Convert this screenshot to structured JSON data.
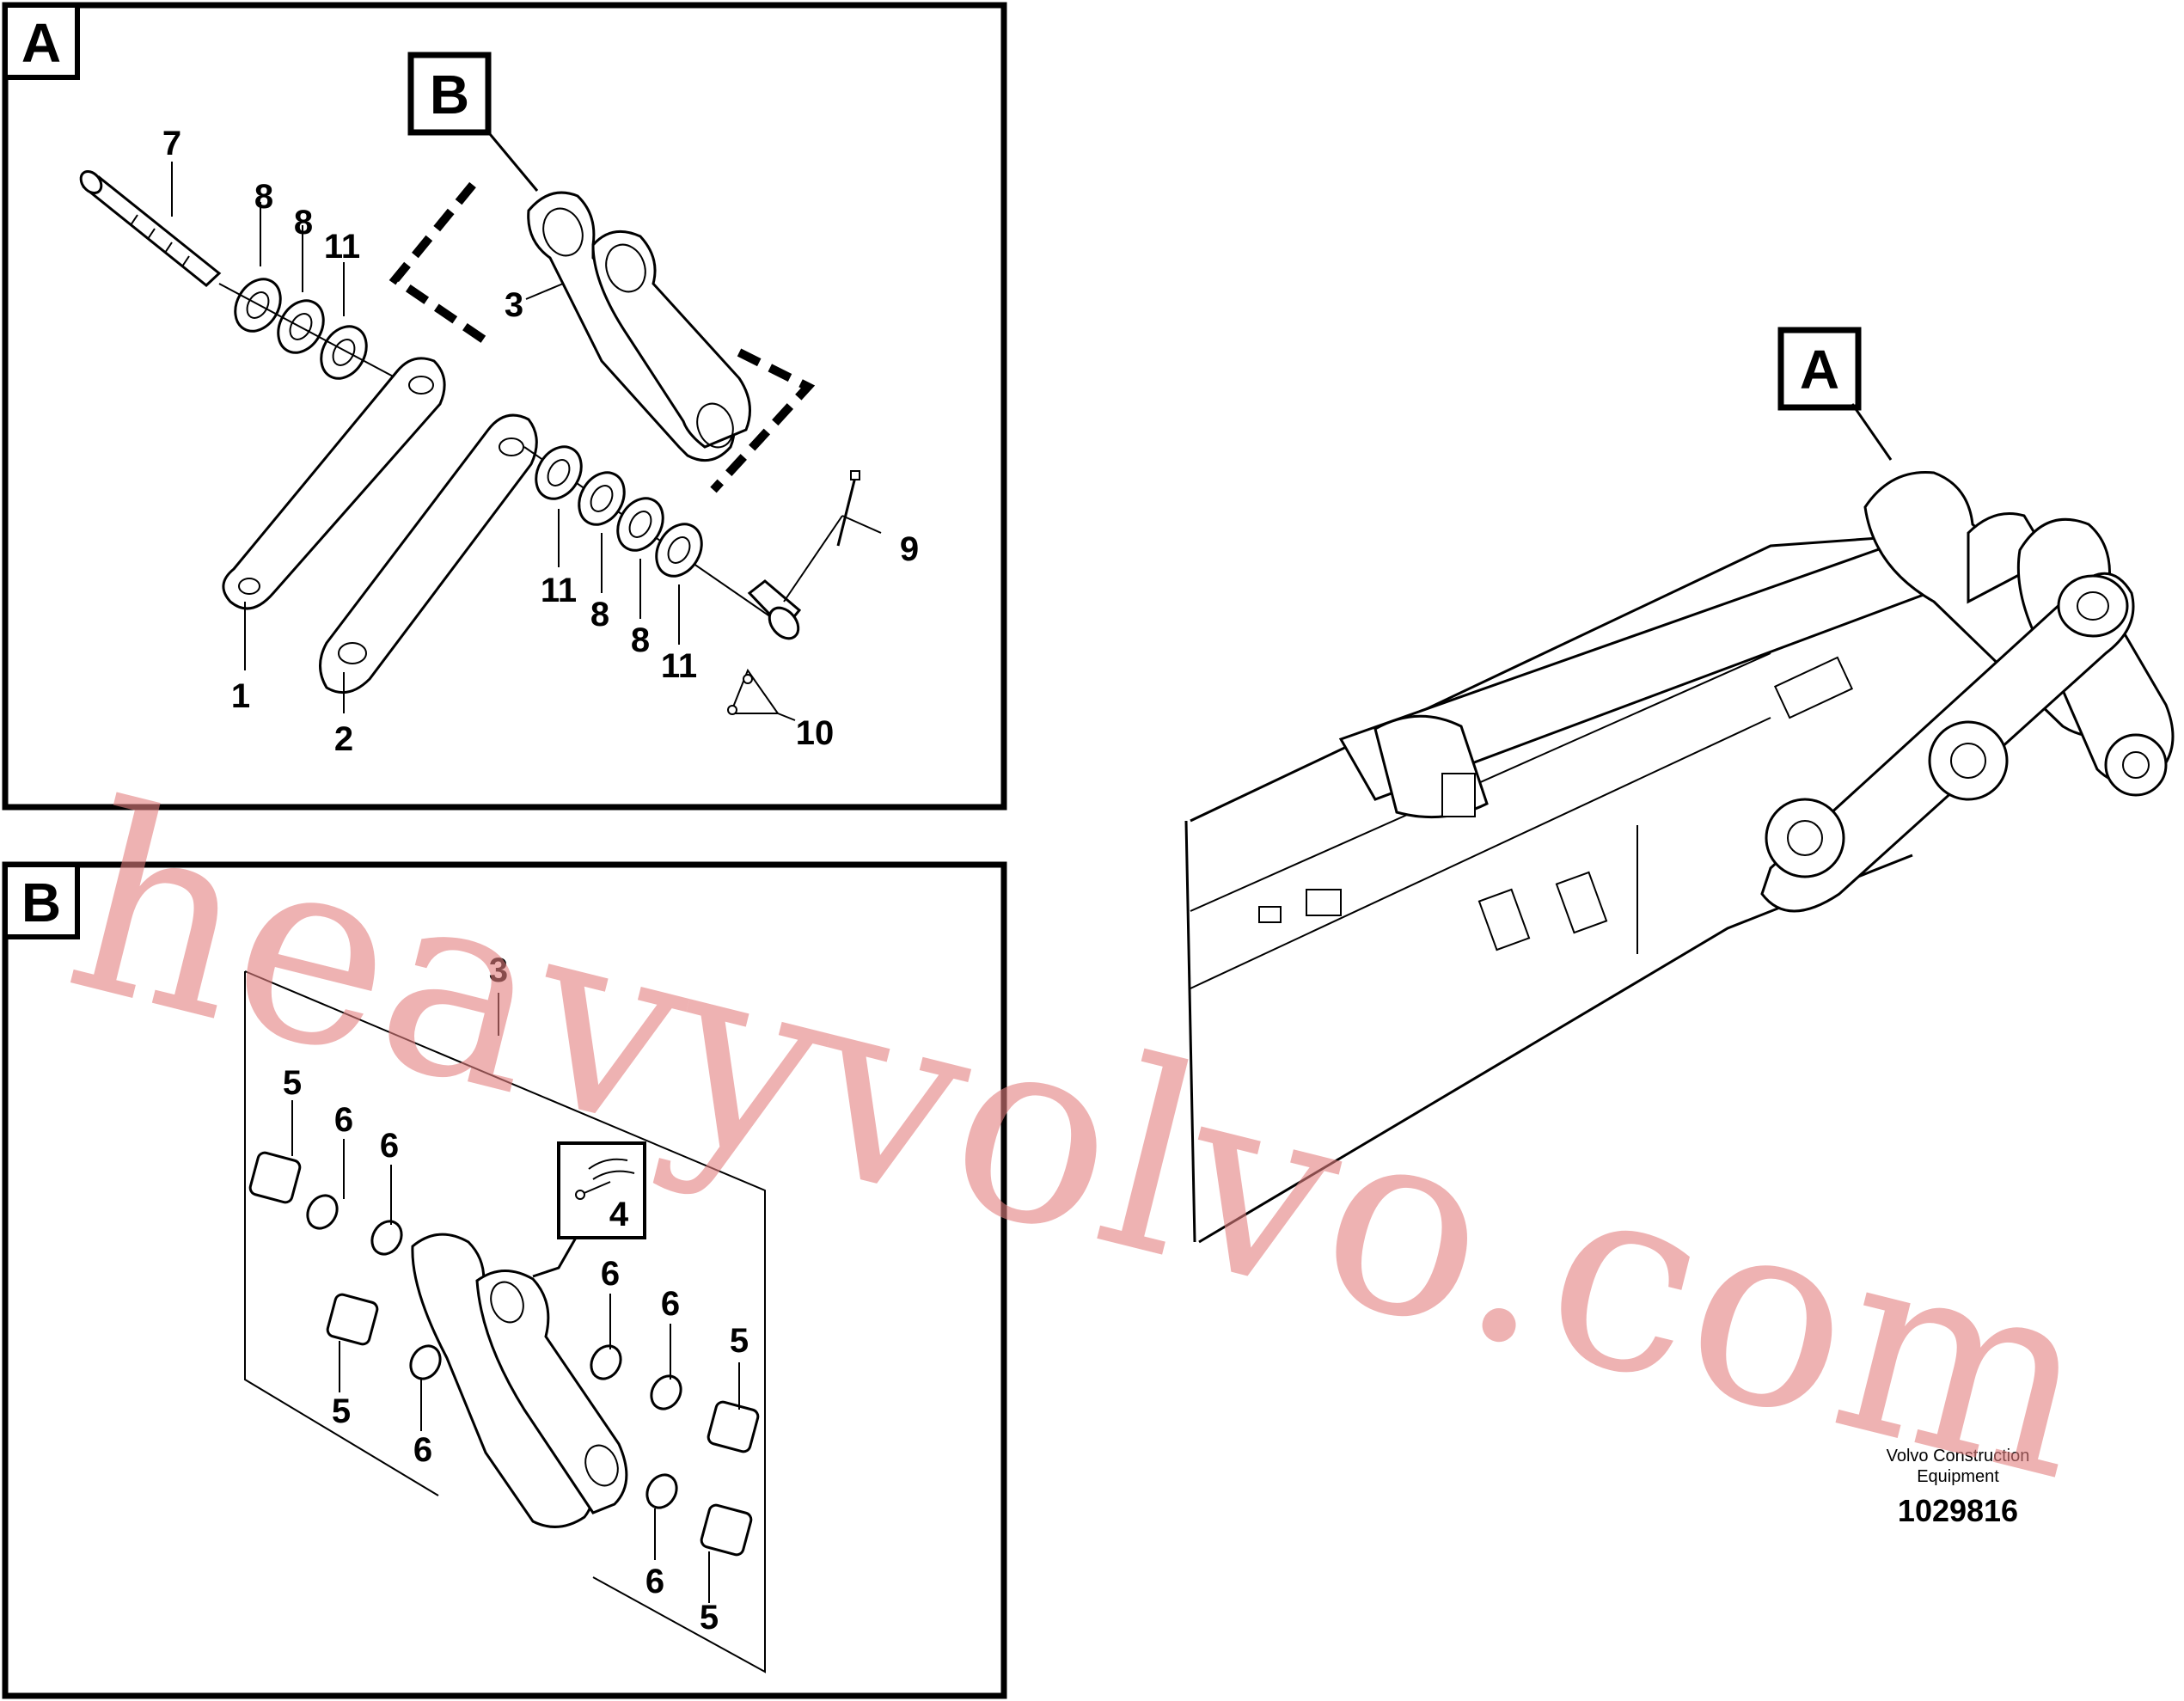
{
  "frames": {
    "a": {
      "letter": "A"
    },
    "b": {
      "letter": "B"
    }
  },
  "tags": {
    "b_in_a": "B",
    "a_on_machine": "A"
  },
  "callouts_a": {
    "c7": "7",
    "c8a": "8",
    "c8b": "8",
    "c11a": "11",
    "c3": "3",
    "c9": "9",
    "c11b": "11",
    "c8c": "8",
    "c8d": "8",
    "c11c": "11",
    "c1": "1",
    "c2": "2",
    "c10": "10"
  },
  "callouts_b": {
    "c3": "3",
    "c5a": "5",
    "c6a": "6",
    "c6b": "6",
    "c4": "4",
    "c6c": "6",
    "c6d": "6",
    "c5b": "5",
    "c5c": "5",
    "c6e": "6",
    "c6f": "6",
    "c5d": "5"
  },
  "footer": {
    "company_line1": "Volvo Construction",
    "company_line2": "Equipment",
    "drawing_number": "1029816"
  },
  "watermark": {
    "text": "heavyvolvo.com",
    "color": "#e37f7f"
  }
}
